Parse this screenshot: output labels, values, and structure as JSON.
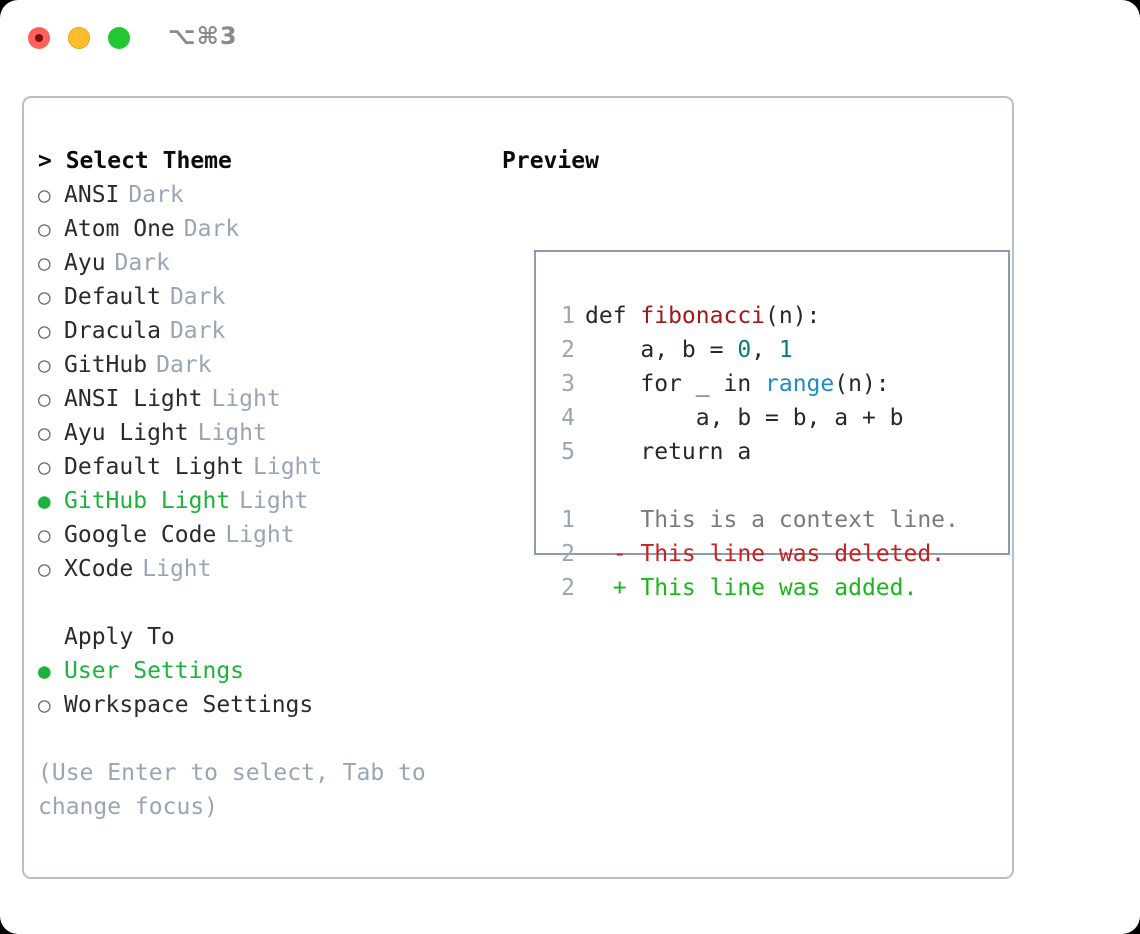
{
  "titlebar": {
    "shortcut": "⌥⌘3",
    "lights": [
      {
        "name": "close",
        "color": "#ff6159"
      },
      {
        "name": "minimize",
        "color": "#ffbd2e"
      },
      {
        "name": "maximize",
        "color": "#23c732"
      }
    ]
  },
  "theme_picker": {
    "heading": "> Select Theme",
    "radio_unselected": "○",
    "radio_selected": "●",
    "themes": [
      {
        "label": "ANSI",
        "variant": "Dark",
        "selected": false
      },
      {
        "label": "Atom One",
        "variant": "Dark",
        "selected": false
      },
      {
        "label": "Ayu",
        "variant": "Dark",
        "selected": false
      },
      {
        "label": "Default",
        "variant": "Dark",
        "selected": false
      },
      {
        "label": "Dracula",
        "variant": "Dark",
        "selected": false
      },
      {
        "label": "GitHub",
        "variant": "Dark",
        "selected": false
      },
      {
        "label": "ANSI Light",
        "variant": "Light",
        "selected": false
      },
      {
        "label": "Ayu Light",
        "variant": "Light",
        "selected": false
      },
      {
        "label": "Default Light",
        "variant": "Light",
        "selected": false
      },
      {
        "label": "GitHub Light",
        "variant": "Light",
        "selected": true
      },
      {
        "label": "Google Code",
        "variant": "Light",
        "selected": false
      },
      {
        "label": "XCode",
        "variant": "Light",
        "selected": false
      }
    ]
  },
  "apply_to": {
    "heading": "Apply To",
    "options": [
      {
        "label": "User Settings",
        "selected": true
      },
      {
        "label": "Workspace Settings",
        "selected": false
      }
    ]
  },
  "hint": "(Use Enter to select, Tab to change focus)",
  "preview": {
    "heading": "Preview",
    "code_lines": [
      {
        "num": "1",
        "tokens": [
          {
            "text": "def ",
            "cls": "tok-plain"
          },
          {
            "text": "fibonacci",
            "cls": "tok-fn"
          },
          {
            "text": "(n):",
            "cls": "tok-plain"
          }
        ]
      },
      {
        "num": "2",
        "tokens": [
          {
            "text": "    a, b = ",
            "cls": "tok-plain"
          },
          {
            "text": "0",
            "cls": "tok-num"
          },
          {
            "text": ", ",
            "cls": "tok-plain"
          },
          {
            "text": "1",
            "cls": "tok-num"
          }
        ]
      },
      {
        "num": "3",
        "tokens": [
          {
            "text": "    for _ in ",
            "cls": "tok-plain"
          },
          {
            "text": "range",
            "cls": "tok-call"
          },
          {
            "text": "(n):",
            "cls": "tok-plain"
          }
        ]
      },
      {
        "num": "4",
        "tokens": [
          {
            "text": "        a, b = b, a + b",
            "cls": "tok-plain"
          }
        ]
      },
      {
        "num": "5",
        "tokens": [
          {
            "text": "    return a",
            "cls": "tok-plain"
          }
        ]
      }
    ],
    "diff_lines": [
      {
        "num": "1",
        "marker": "  ",
        "text": "This is a context line.",
        "cls": "tok-ctx"
      },
      {
        "num": "2",
        "marker": "- ",
        "text": "This line was deleted.",
        "cls": "tok-del"
      },
      {
        "num": "2",
        "marker": "+ ",
        "text": "This line was added.",
        "cls": "tok-add"
      }
    ]
  },
  "colors": {
    "accent_green": "#1bb33b",
    "muted": "#9aa5b4",
    "panel_border": "#b6bfcc",
    "preview_border": "#8e9aad",
    "diff_add": "#18b81a",
    "diff_del": "#cc1f1f",
    "syntax_function": "#a3171b",
    "syntax_number": "#0e7c7b",
    "syntax_call": "#1a8cc8"
  }
}
